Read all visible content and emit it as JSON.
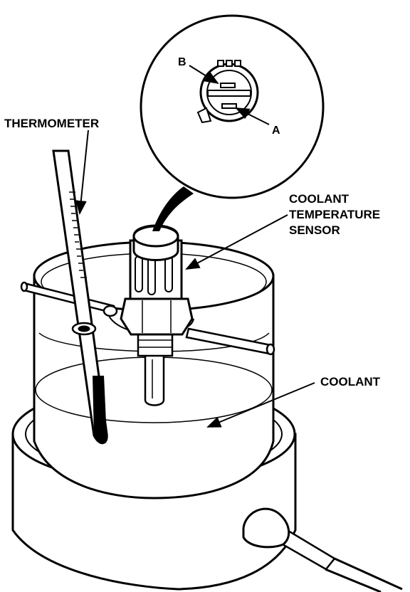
{
  "labels": {
    "thermometer": "THERMOMETER",
    "sensor_line1": "COOLANT",
    "sensor_line2": "TEMPERATURE",
    "sensor_line3": "SENSOR",
    "coolant": "COOLANT",
    "terminal_a": "A",
    "terminal_b": "B"
  },
  "colors": {
    "ink": "#000000",
    "paper": "#ffffff"
  }
}
